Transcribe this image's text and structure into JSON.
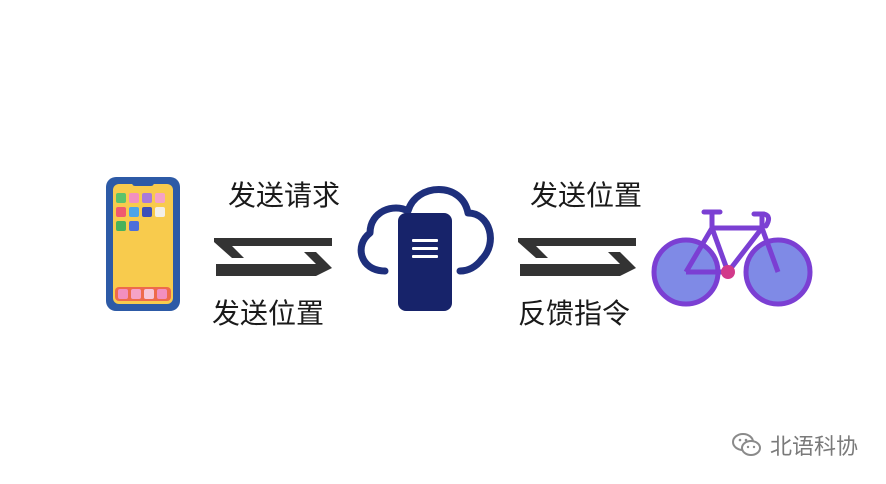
{
  "left_link": {
    "top_label": "发送请求",
    "bottom_label": "发送位置"
  },
  "right_link": {
    "top_label": "发送位置",
    "bottom_label": "反馈指令"
  },
  "watermark": {
    "text": "北语科协",
    "icon": "wechat-icon"
  },
  "colors": {
    "phone_frame": "#2d5aa6",
    "phone_screen": "#f8cb4d",
    "cloud_outline": "#1e2f7c",
    "server": "#17236a",
    "bike_frame": "#7b3fd3",
    "bike_wheel": "#7f8ae6",
    "arrow": "#333333"
  }
}
